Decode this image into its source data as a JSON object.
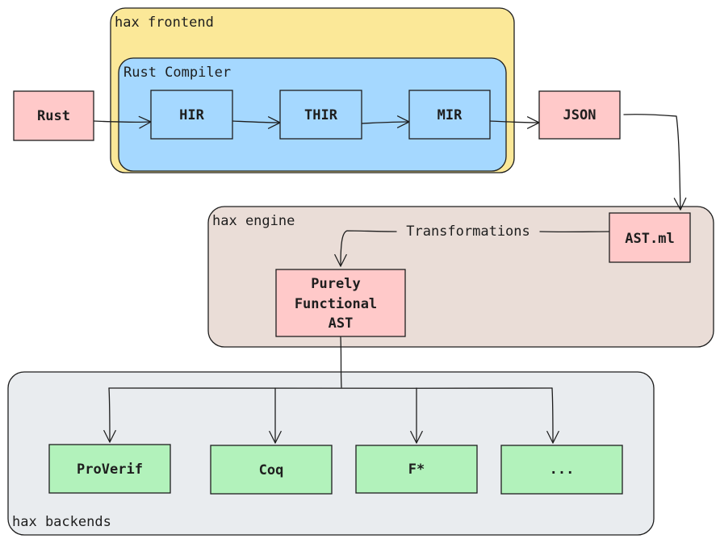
{
  "colors": {
    "frontend": "#fbe898",
    "compiler": "#a5d8ff",
    "engine": "#eaddd7",
    "backends": "#e9ecef",
    "node_pink": "#ffc9c9",
    "node_blue": "#a5d8ff",
    "node_green": "#b2f2bb",
    "stroke": "#1e1e1e"
  },
  "groups": {
    "frontend": "hax frontend",
    "compiler": "Rust Compiler",
    "engine": "hax engine",
    "backends": "hax backends"
  },
  "nodes": {
    "rust": "Rust",
    "hir": "HIR",
    "thir": "THIR",
    "mir": "MIR",
    "json": "JSON",
    "ast_ml": "AST.ml",
    "pure_ast": [
      "Purely",
      "Functional",
      "AST"
    ],
    "proverif": "ProVerif",
    "coq": "Coq",
    "fstar": "F*",
    "more": "..."
  },
  "edges": {
    "transformations": "Transformations"
  }
}
